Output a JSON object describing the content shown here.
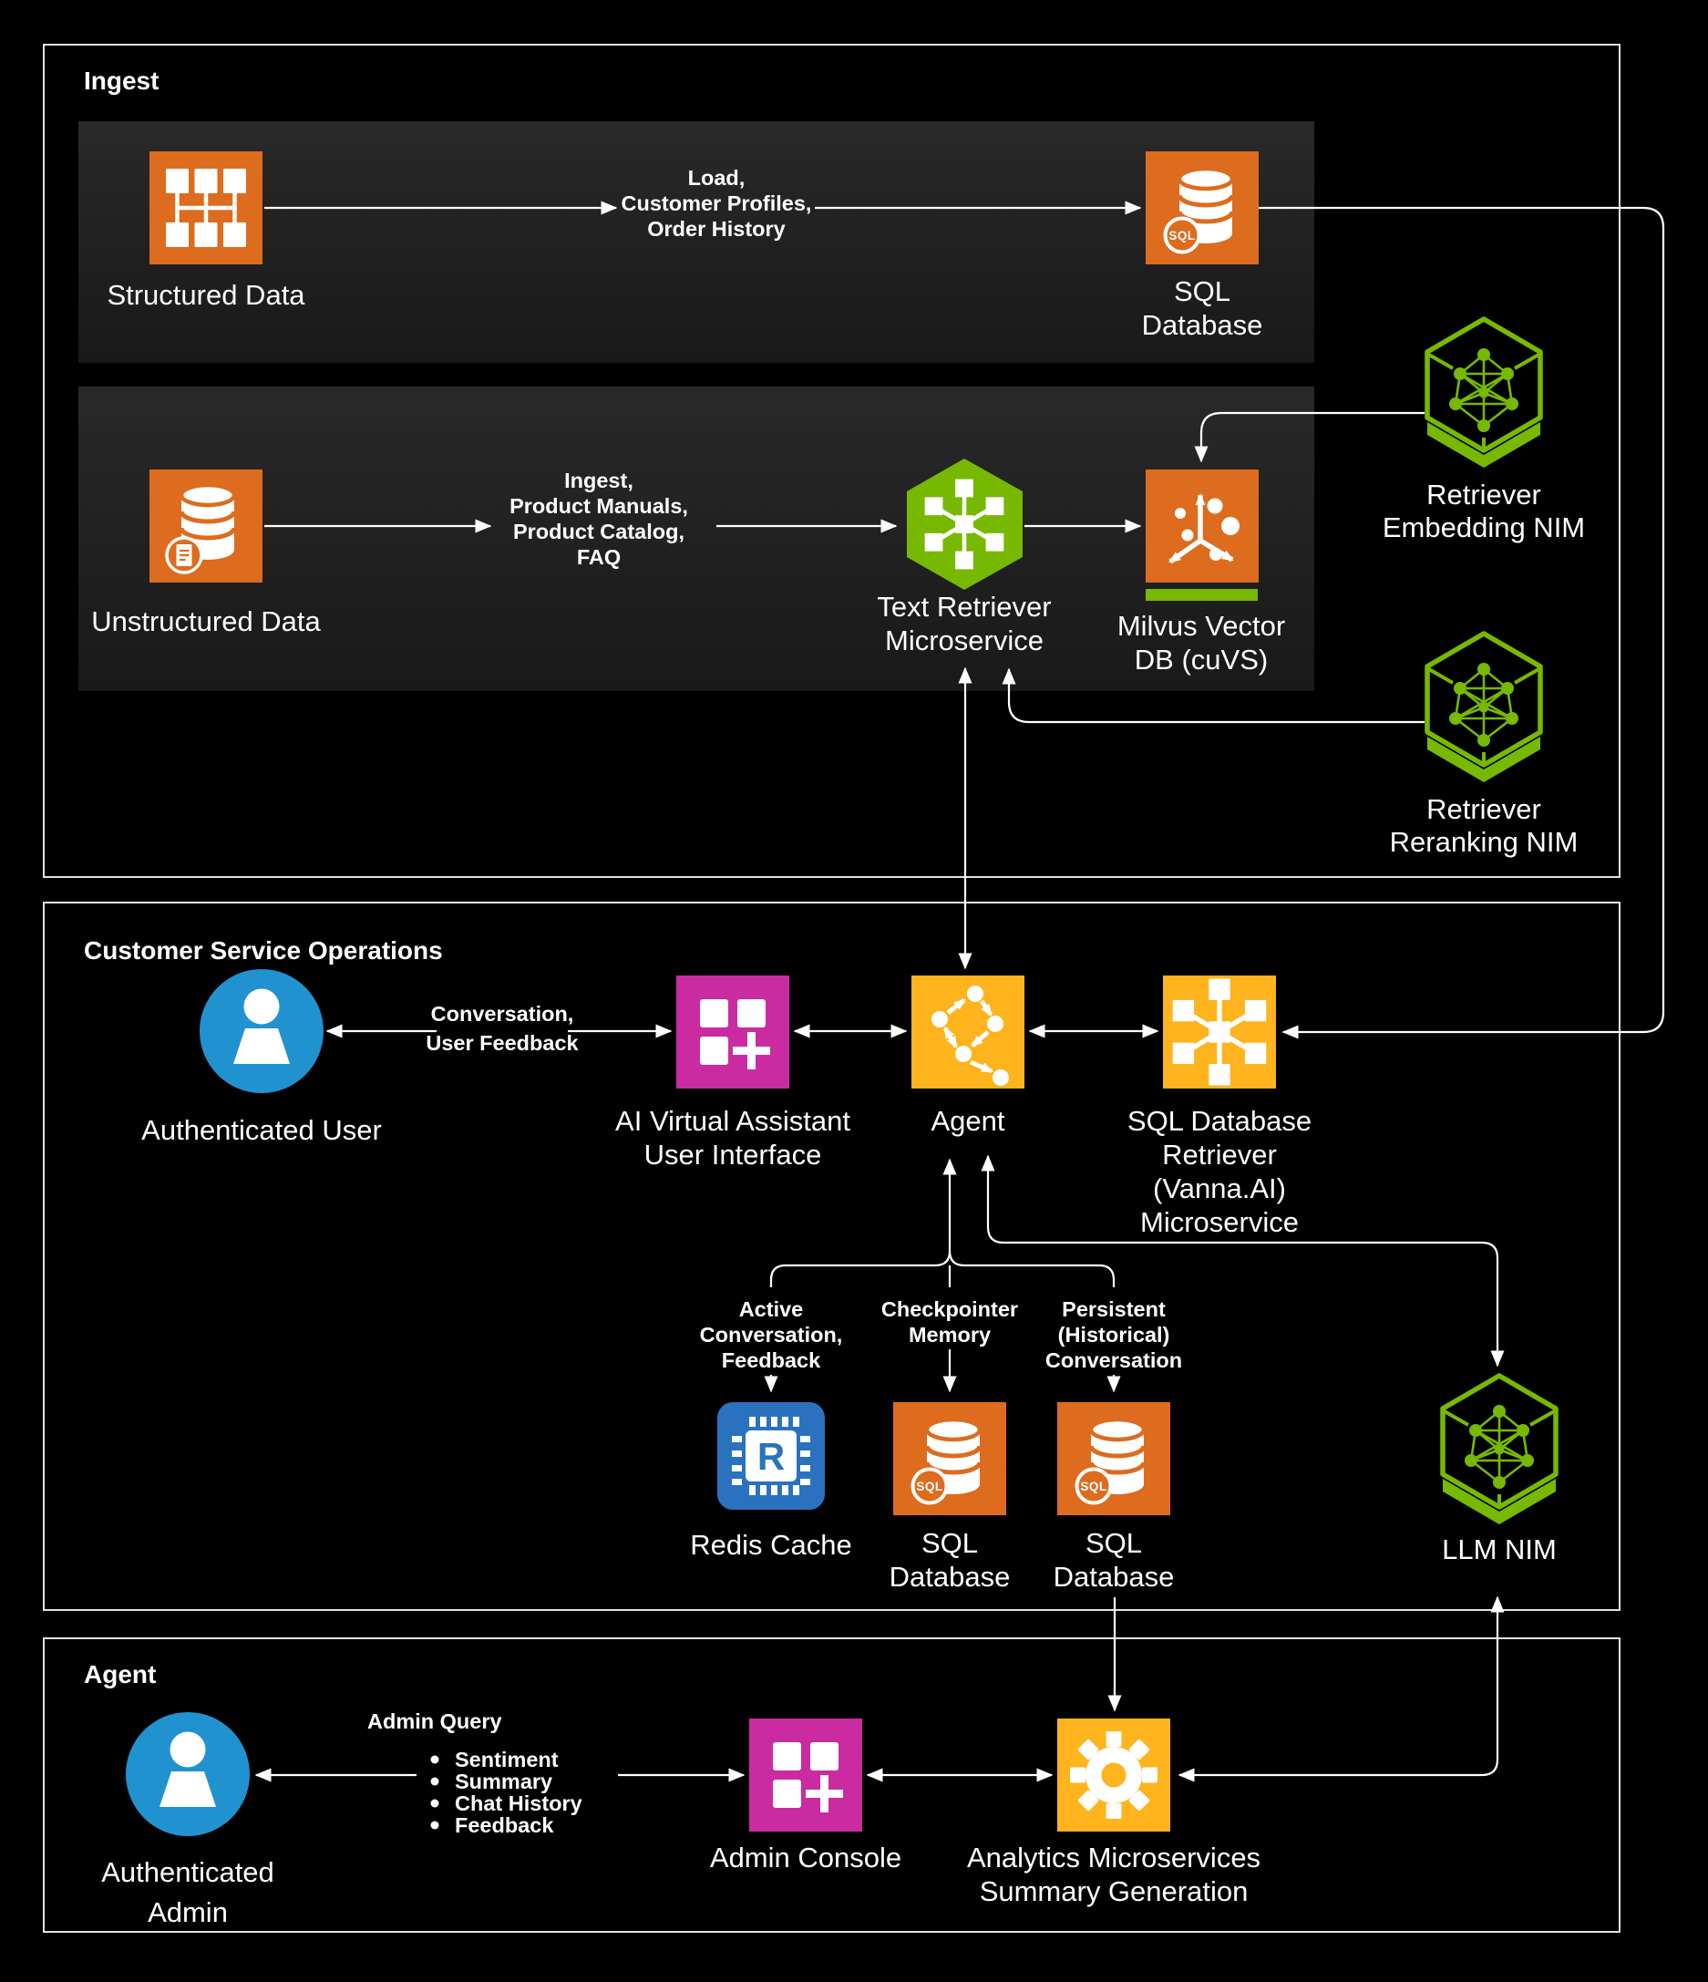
{
  "sections": {
    "ingest": {
      "title": "Ingest"
    },
    "customer_service": {
      "title": "Customer Service Operations"
    },
    "agent": {
      "title": "Agent"
    }
  },
  "nodes": {
    "structured_data": {
      "label": "Structured Data"
    },
    "sql_database_ingest": {
      "label": [
        "SQL",
        "Database"
      ]
    },
    "unstructured_data": {
      "label": "Unstructured Data"
    },
    "text_retriever_microservice": {
      "label": [
        "Text Retriever",
        "Microservice"
      ]
    },
    "milvus_vector_db": {
      "label": [
        "Milvus Vector",
        "DB (cuVS)"
      ]
    },
    "retriever_embedding_nim": {
      "label": [
        "Retriever",
        "Embedding NIM"
      ]
    },
    "retriever_reranking_nim": {
      "label": [
        "Retriever",
        "Reranking NIM"
      ]
    },
    "authenticated_user": {
      "label": "Authenticated User"
    },
    "ai_virtual_assistant_ui": {
      "label": [
        "AI Virtual Assistant",
        "User Interface"
      ]
    },
    "agent": {
      "label": "Agent"
    },
    "sql_database_retriever": {
      "label": [
        "SQL Database",
        "Retriever",
        "(Vanna.AI)",
        "Microservice"
      ]
    },
    "redis_cache": {
      "label": "Redis Cache"
    },
    "sql_database_checkpointer": {
      "label": [
        "SQL",
        "Database"
      ]
    },
    "sql_database_persistent": {
      "label": [
        "SQL",
        "Database"
      ]
    },
    "llm_nim": {
      "label": "LLM NIM"
    },
    "authenticated_admin": {
      "label": [
        "Authenticated",
        "Admin"
      ]
    },
    "admin_console": {
      "label": "Admin Console"
    },
    "analytics_microservices": {
      "label": [
        "Analytics Microservices",
        "Summary Generation"
      ]
    }
  },
  "edge_labels": {
    "load": [
      "Load,",
      "Customer Profiles,",
      "Order History"
    ],
    "ingest_flow": [
      "Ingest,",
      "Product Manuals,",
      "Product Catalog,",
      "FAQ"
    ],
    "conversation": [
      "Conversation,",
      "User Feedback"
    ],
    "active_conversation": [
      "Active",
      "Conversation,",
      "Feedback"
    ],
    "checkpointer_memory": [
      "Checkpointer",
      "Memory"
    ],
    "persistent_conversation": [
      "Persistent",
      "(Historical)",
      "Conversation"
    ]
  },
  "admin_query": {
    "title": "Admin Query",
    "items": [
      "Sentiment",
      "Summary",
      "Chat History",
      "Feedback"
    ]
  },
  "badges": {
    "sql": "SQL",
    "redis": "R"
  },
  "colors": {
    "nvidia_green": "#76B900",
    "orange": "#DD6C1E",
    "gold": "#FFB31C",
    "magenta": "#CB2BA0",
    "user_blue": "#2192D0",
    "redis_blue": "#2A72BE",
    "line": "#FFFFFF",
    "panel": "#202020",
    "background": "#000000"
  }
}
